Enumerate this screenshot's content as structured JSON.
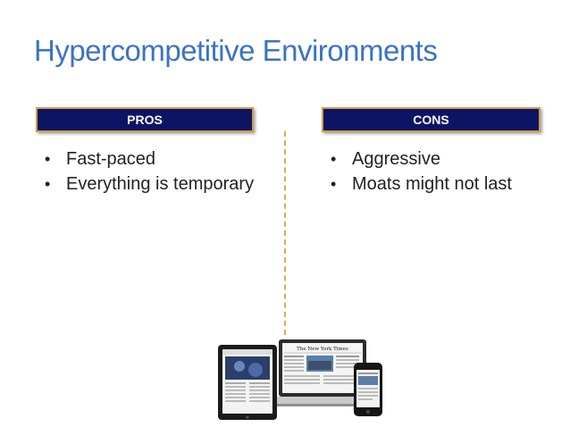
{
  "slide": {
    "title": "Hypercompetitive Environments",
    "pros": {
      "header": "PROS",
      "items": [
        "Fast-paced",
        "Everything is temporary"
      ]
    },
    "cons": {
      "header": "CONS",
      "items": [
        "Aggressive",
        "Moats might not last"
      ]
    },
    "bullet_glyph": "•",
    "colors": {
      "title": "#3c73c4",
      "header_bg": "#0c1564",
      "header_border": "#d39a4a",
      "divider": "#e3a55f",
      "text": "#222222"
    },
    "devices_image": {
      "masthead": "The New York Times"
    }
  }
}
